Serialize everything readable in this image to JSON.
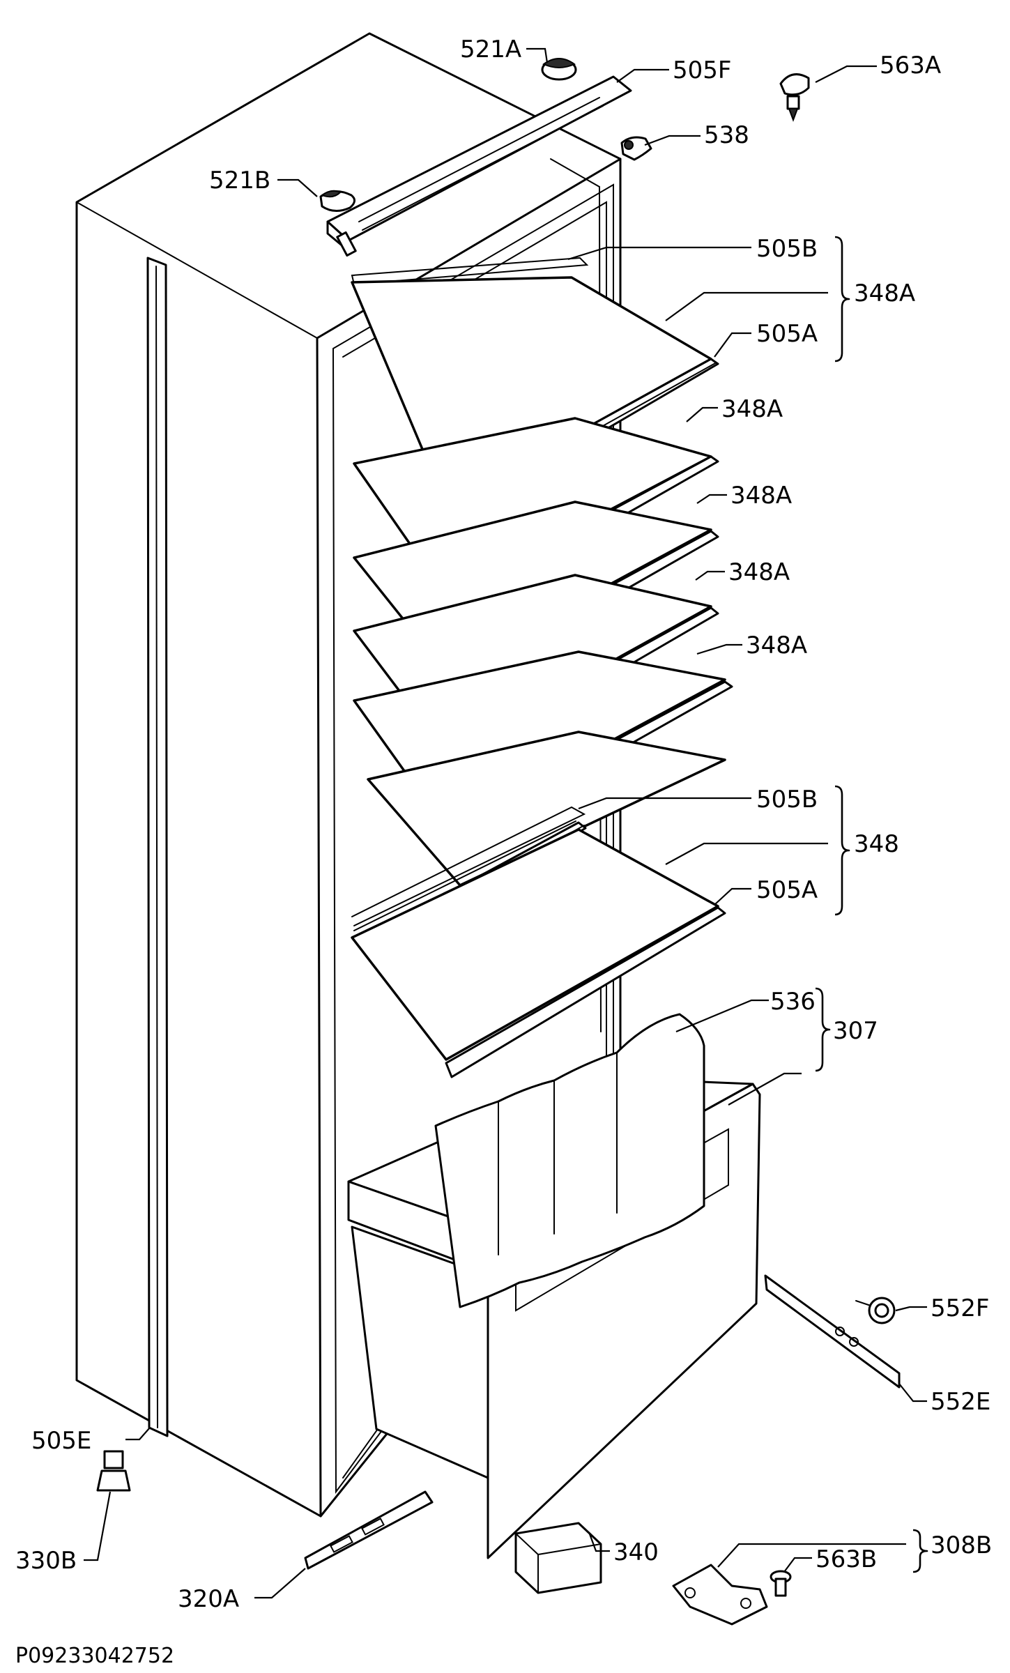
{
  "diagram": {
    "labels": {
      "l521A": "521A",
      "l505F": "505F",
      "l563A": "563A",
      "l538": "538",
      "l521B": "521B",
      "l505B_top": "505B",
      "l348A_brace": "348A",
      "l505A_top": "505A",
      "l348A_1": "348A",
      "l348A_2": "348A",
      "l348A_3": "348A",
      "l348A_4": "348A",
      "l505B_mid": "505B",
      "l348": "348",
      "l505A_mid": "505A",
      "l536": "536",
      "l307": "307",
      "l552F": "552F",
      "l552E": "552E",
      "l505E": "505E",
      "l330B": "330B",
      "l340": "340",
      "l563B": "563B",
      "l308B": "308B",
      "l320A": "320A"
    },
    "code": "P09233042752"
  }
}
